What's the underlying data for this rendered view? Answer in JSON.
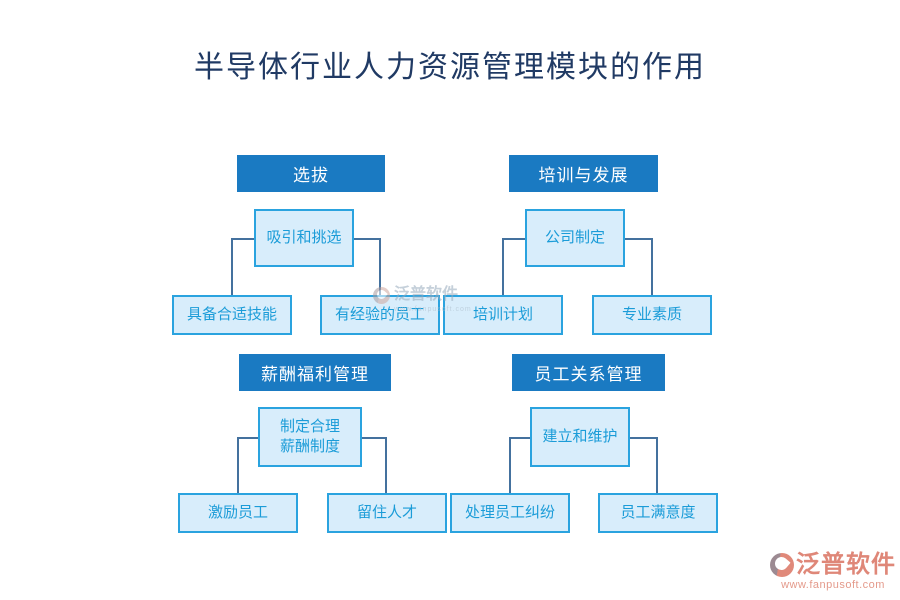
{
  "title": "半导体行业人力资源管理模块的作用",
  "sections": [
    {
      "header": "选拔",
      "parent": "吸引和挑选",
      "children": [
        "具备合适技能",
        "有经验的员工"
      ]
    },
    {
      "header": "培训与发展",
      "parent": "公司制定",
      "children": [
        "培训计划",
        "专业素质"
      ]
    },
    {
      "header": "薪酬福利管理",
      "parent": "制定合理\n薪酬制度",
      "children": [
        "激励员工",
        "留住人才"
      ]
    },
    {
      "header": "员工关系管理",
      "parent": "建立和维护",
      "children": [
        "处理员工纠纷",
        "员工满意度"
      ]
    }
  ],
  "watermark": {
    "brand": "泛普软件",
    "subtext": "www.fanpusoft.com"
  },
  "footer": {
    "brand": "泛普软件",
    "url": "www.fanpusoft.com"
  },
  "colors": {
    "title_text": "#203a64",
    "header_bg": "#1a7ac2",
    "header_text": "#ffffff",
    "box_fill": "#d8edfb",
    "box_border": "#2aa3df",
    "box_text": "#1b9cd8",
    "connector": "#44719e",
    "logo_salmon": "#df8778"
  }
}
